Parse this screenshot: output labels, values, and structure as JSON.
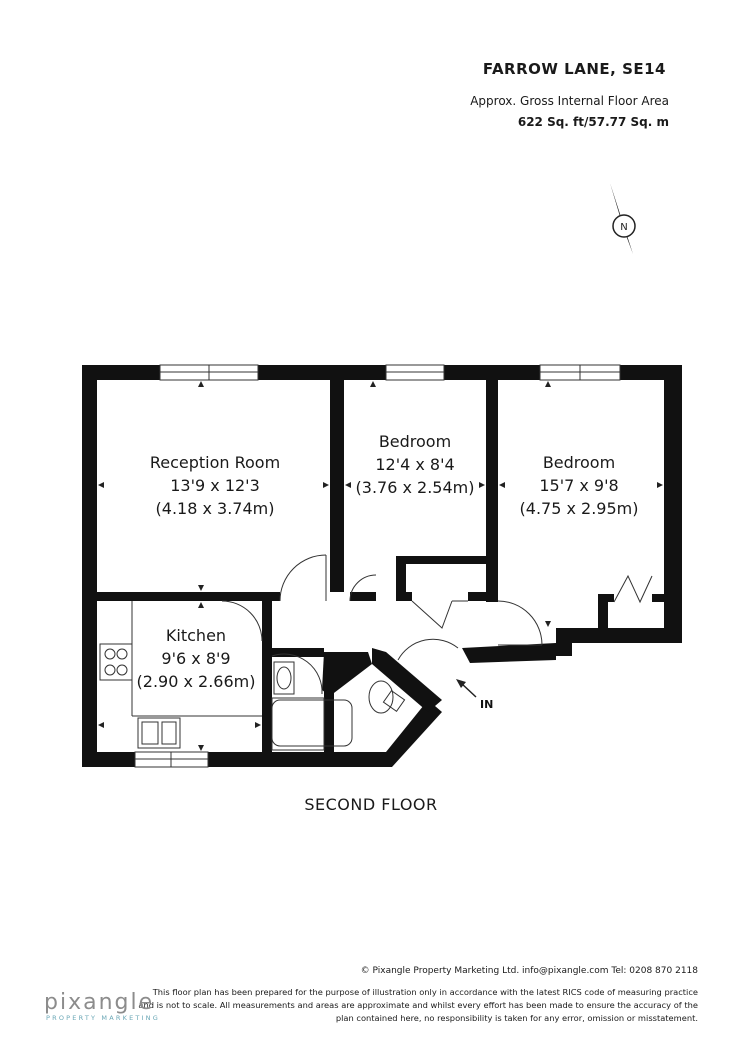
{
  "header": {
    "title": "FARROW LANE, SE14",
    "area_label": "Approx. Gross Internal Floor Area",
    "area_value": "622 Sq. ft/57.77 Sq. m"
  },
  "compass": {
    "letter": "N"
  },
  "rooms": {
    "reception": {
      "name": "Reception Room",
      "imperial": "13'9 x 12'3",
      "metric": "(4.18 x 3.74m)"
    },
    "bedroom1": {
      "name": "Bedroom",
      "imperial": "12'4 x 8'4",
      "metric": "(3.76 x 2.54m)"
    },
    "bedroom2": {
      "name": "Bedroom",
      "imperial": "15'7 x 9'8",
      "metric": "(4.75 x 2.95m)"
    },
    "kitchen": {
      "name": "Kitchen",
      "imperial": "9'6 x 8'9",
      "metric": "(2.90 x 2.66m)"
    }
  },
  "entrance_label": "IN",
  "floor_label": "SECOND FLOOR",
  "footer": {
    "copyright": "© Pixangle Property Marketing Ltd. info@pixangle.com Tel: 0208 870 2118",
    "disclaimer": "This floor plan has been prepared for the purpose of illustration only in accordance with the latest RICS code of measuring practice and is not to scale. All measurements and areas are approximate and whilst every effort has been made to ensure the accuracy of the plan contained here, no responsibility is taken for any error, omission or misstatement.",
    "logo": "pixangle",
    "logo_sub": "PROPERTY MARKETING"
  }
}
